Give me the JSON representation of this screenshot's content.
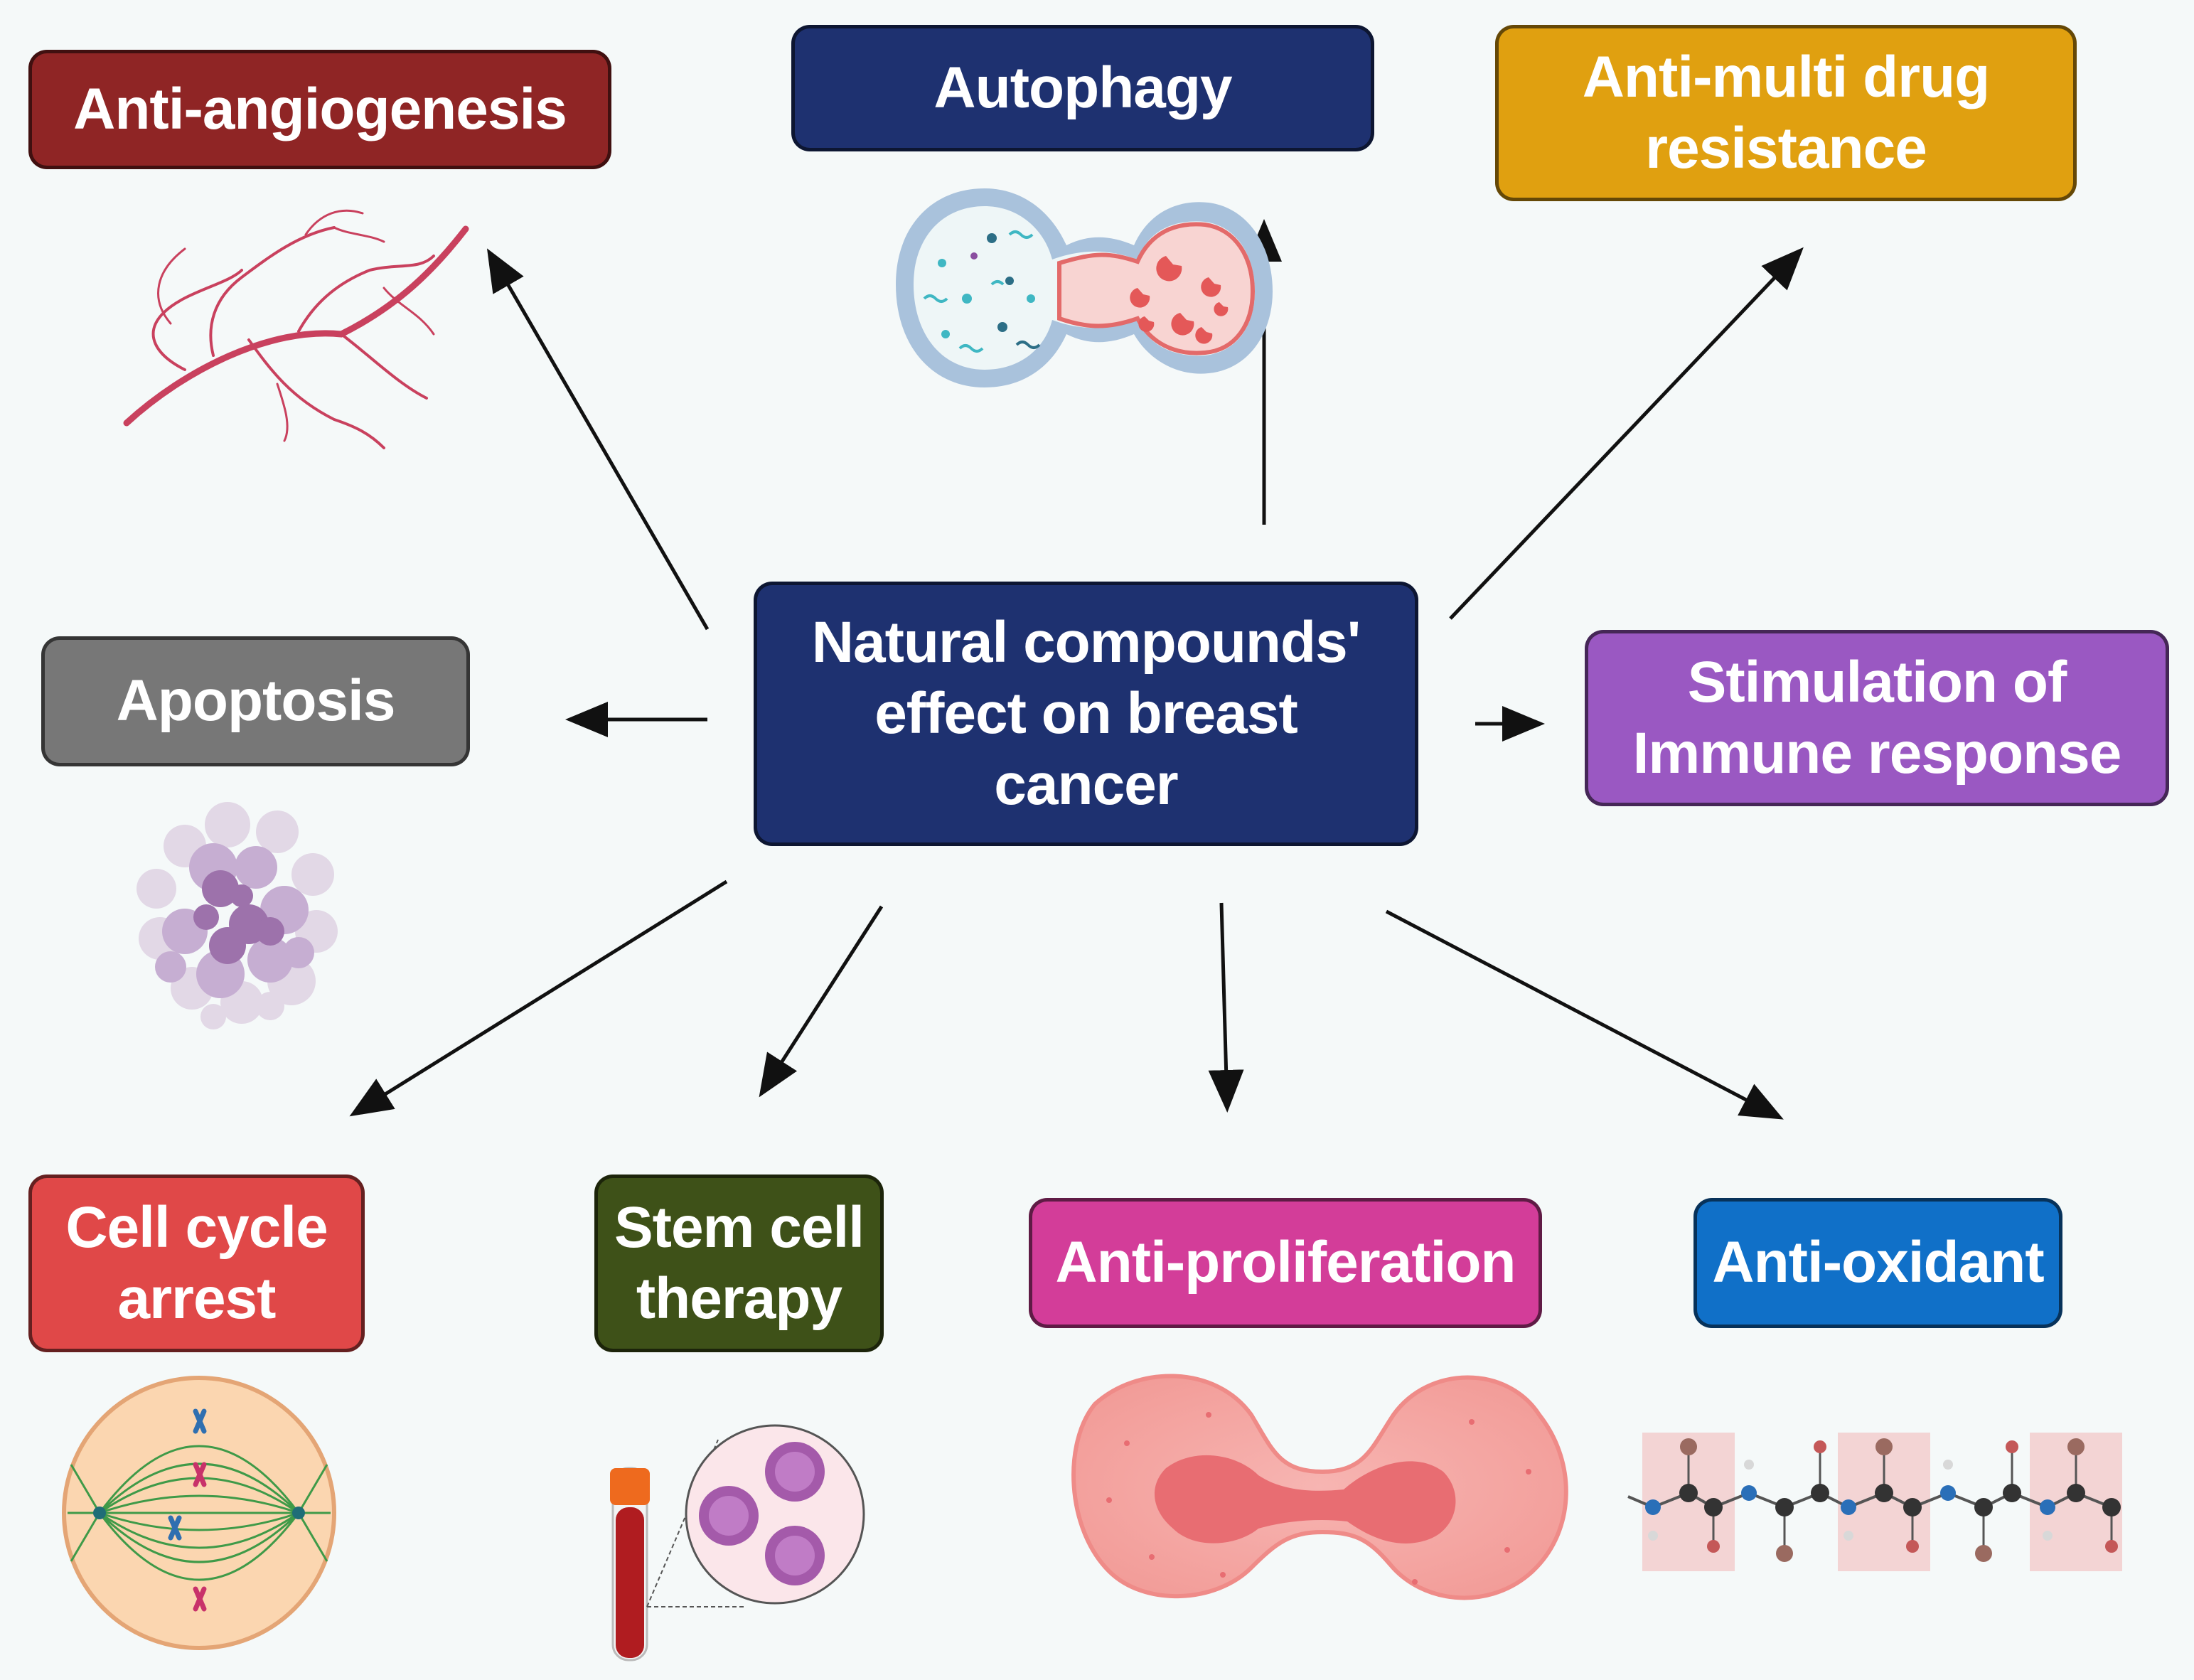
{
  "center": {
    "label": "Natural compounds'\neffect on breast\ncancer",
    "color": "#1e3170"
  },
  "effects": {
    "anti_angiogenesis": {
      "label": "Anti-angiogenesis",
      "color": "#8f2525",
      "icon": "blood-vessels-icon"
    },
    "autophagy": {
      "label": "Autophagy",
      "color": "#1e3170",
      "icon": "autophagosome-fusion-icon"
    },
    "anti_mdr": {
      "label": "Anti-multi drug\nresistance",
      "color": "#e0a010",
      "icon": ""
    },
    "apoptosis": {
      "label": "Apoptosis",
      "color": "#777777",
      "icon": "apoptotic-cell-icon"
    },
    "immune": {
      "label": "Stimulation of\nImmune response",
      "color": "#9a58c2",
      "icon": ""
    },
    "cell_cycle": {
      "label": "Cell cycle\narrest",
      "color": "#e04848",
      "icon": "mitotic-spindle-icon"
    },
    "stem_cell": {
      "label": "Stem cell\ntherapy",
      "color": "#3e5118",
      "icon": "blood-tube-stem-cells-icon"
    },
    "anti_proliferation": {
      "label": "Anti-proliferation",
      "color": "#d33d99",
      "icon": "dividing-cell-icon"
    },
    "anti_oxidant": {
      "label": "Anti-oxidant",
      "color": "#1070c8",
      "icon": "peptide-chain-icon"
    }
  },
  "arrow_color": "#111111"
}
